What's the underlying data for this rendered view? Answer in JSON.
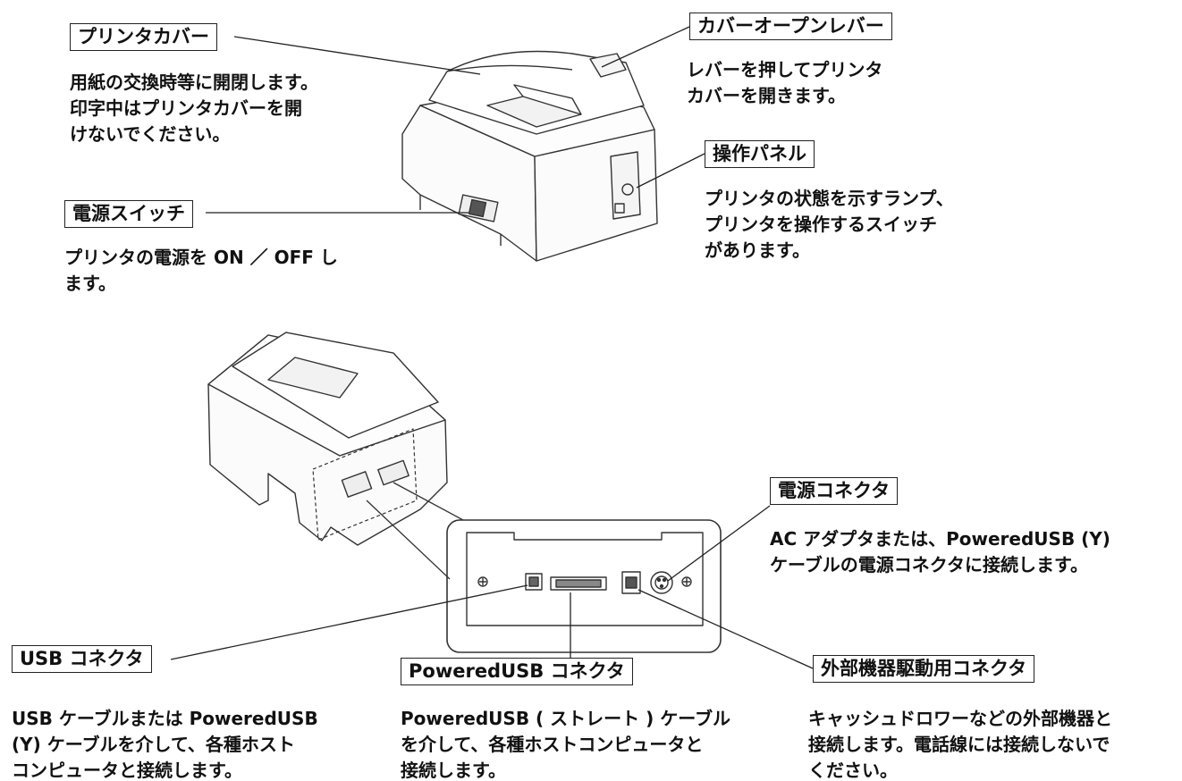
{
  "labels": {
    "printer_cover": "プリンタカバー",
    "cover_open_lever": "カバーオープンレバー",
    "operation_panel": "操作パネル",
    "power_switch": "電源スイッチ",
    "power_connector": "電源コネクタ",
    "usb_connector": "USB コネクタ",
    "powered_usb_connector": "PoweredUSB コネクタ",
    "external_device_connector": "外部機器駆動用コネクタ"
  },
  "descriptions": {
    "printer_cover": [
      "用紙の交換時等に開閉します。",
      "印字中はプリンタカバーを開",
      "けないでください。"
    ],
    "cover_open_lever": [
      "レバーを押してプリンタ",
      "カバーを開きます。"
    ],
    "operation_panel": [
      "プリンタの状態を示すランプ、",
      "プリンタを操作するスイッチ",
      "があります。"
    ],
    "power_switch": [
      "プリンタの電源を ON ／ OFF し",
      "ます。"
    ],
    "power_connector": [
      "AC アダプタまたは、PoweredUSB (Y)",
      "ケーブルの電源コネクタに接続します。"
    ],
    "usb_connector": [
      "USB ケーブルまたは PoweredUSB",
      "(Y) ケーブルを介して、各種ホスト",
      "コンピュータと接続します。"
    ],
    "powered_usb_connector": [
      "PoweredUSB ( ストレート ) ケーブル",
      "を介して、各種ホストコンピュータと",
      "接続します。"
    ],
    "external_device_connector": [
      "キャッシュドロワーなどの外部機器と",
      "接続します。電話線には接続しないで",
      "ください。"
    ]
  }
}
